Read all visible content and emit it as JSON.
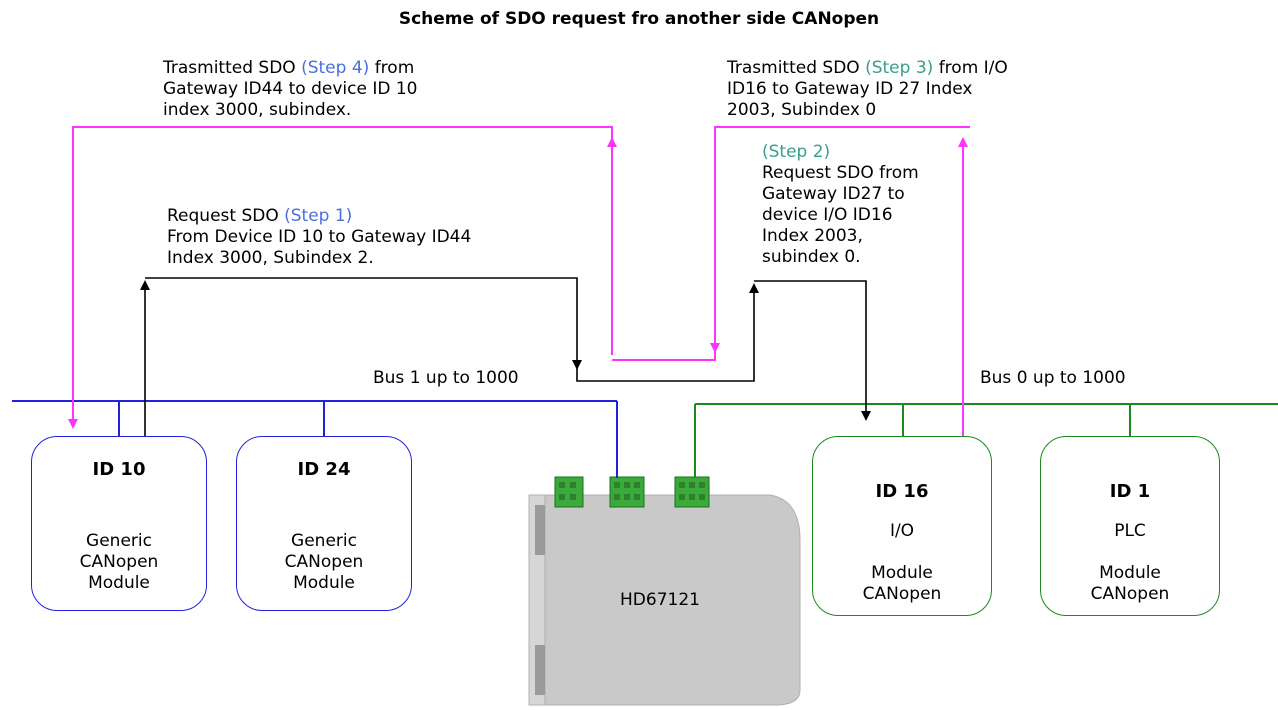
{
  "title": "Scheme of SDO request fro another side CANopen",
  "annotations": {
    "step4": {
      "pre": "Trasmitted SDO ",
      "step": "(Step 4)",
      "post": " from",
      "line2": "Gateway ID44 to device ID 10",
      "line3": "index 3000, subindex."
    },
    "step3": {
      "pre": "Trasmitted SDO ",
      "step": "(Step 3)",
      "post": " from I/O",
      "line2": "ID16 to Gateway ID 27 Index",
      "line3": "2003, Subindex 0"
    },
    "step1": {
      "pre": "Request SDO ",
      "step": "(Step 1)",
      "line2": "From Device ID 10 to Gateway ID44",
      "line3": "Index 3000, Subindex 2."
    },
    "step2": {
      "step": "(Step 2)",
      "line2": "Request SDO from",
      "line3": "Gateway ID27 to",
      "line4": "device I/O ID16",
      "line5": "Index 2003,",
      "line6": "subindex 0."
    }
  },
  "buses": {
    "bus1": "Bus 1 up to 1000",
    "bus0": "Bus 0 up to 1000"
  },
  "modules": [
    {
      "id": "ID 10",
      "lines": [
        "Generic",
        "CANopen",
        "Module"
      ]
    },
    {
      "id": "ID 24",
      "lines": [
        "Generic",
        "CANopen",
        "Module"
      ]
    },
    {
      "id": "ID 16",
      "lines": [
        "I/O",
        "",
        "Module",
        "CANopen"
      ]
    },
    {
      "id": "ID 1",
      "lines": [
        "PLC",
        "",
        "Module",
        "CANopen"
      ]
    }
  ],
  "gateway": {
    "label": "HD67121"
  },
  "colors": {
    "bus1": "#2222dd",
    "bus0": "#1a8a1a",
    "transmit": "#ff33ff",
    "request": "#000000",
    "step_blue": "#4a6fe0",
    "step_teal": "#3a9e8a"
  }
}
